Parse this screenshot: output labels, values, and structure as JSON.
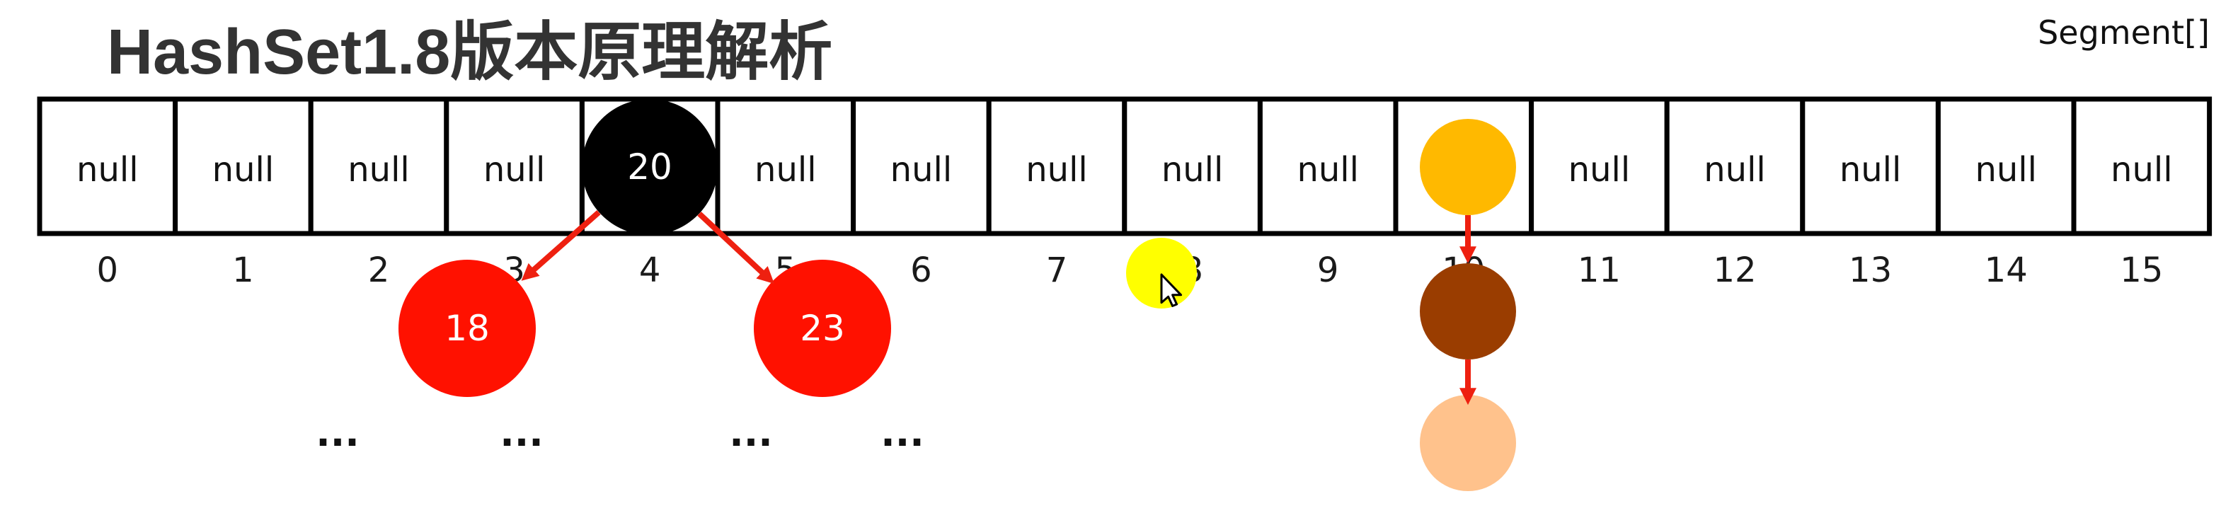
{
  "title": "HashSet1.8版本原理解析",
  "array_label": "Segment[]",
  "buckets": [
    {
      "index": "0",
      "value": "null"
    },
    {
      "index": "1",
      "value": "null"
    },
    {
      "index": "2",
      "value": "null"
    },
    {
      "index": "3",
      "value": "null"
    },
    {
      "index": "4",
      "node": {
        "label": "20",
        "color": "#000000"
      }
    },
    {
      "index": "5",
      "value": "null"
    },
    {
      "index": "6",
      "value": "null"
    },
    {
      "index": "7",
      "value": "null"
    },
    {
      "index": "8",
      "value": "null"
    },
    {
      "index": "9",
      "value": "null"
    },
    {
      "index": "10",
      "node": {
        "color": "#FFB900"
      }
    },
    {
      "index": "11",
      "value": "null"
    },
    {
      "index": "12",
      "value": "null"
    },
    {
      "index": "13",
      "value": "null"
    },
    {
      "index": "14",
      "value": "null"
    },
    {
      "index": "15",
      "value": "null"
    }
  ],
  "tree_children": {
    "color": "#FF1100",
    "items": [
      {
        "label": "18"
      },
      {
        "label": "23"
      }
    ]
  },
  "list_nodes": [
    {
      "color": "#9A3D00"
    },
    {
      "color": "#FFC28C"
    }
  ],
  "ellipses": [
    "...",
    "...",
    "...",
    "..."
  ],
  "colors": {
    "title": "#333333",
    "arrow": "#EE2010",
    "cursor_highlight": "#FFFF00"
  },
  "icons": {
    "cursor": "mouse-cursor-icon"
  }
}
